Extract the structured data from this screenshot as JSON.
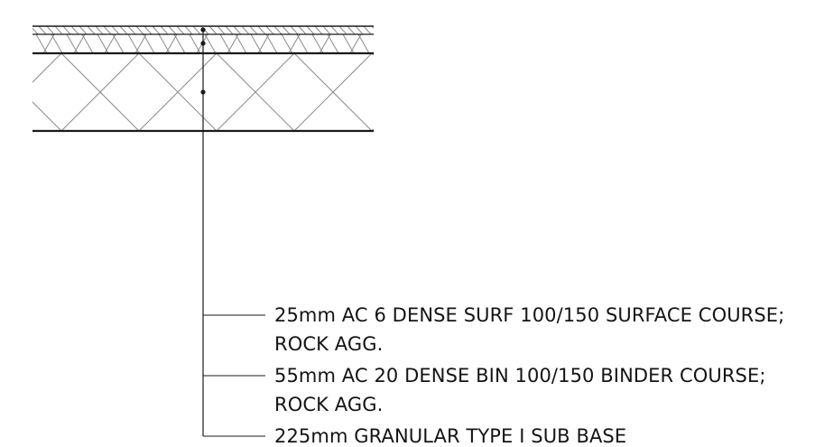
{
  "layers": [
    {
      "id": "surface",
      "lines": [
        "25mm AC 6 DENSE SURF 100/150 SURFACE COURSE;",
        "ROCK AGG."
      ]
    },
    {
      "id": "binder",
      "lines": [
        "55mm AC 20 DENSE BIN 100/150 BINDER COURSE;",
        "ROCK AGG."
      ]
    },
    {
      "id": "subbase",
      "lines": [
        "225mm GRANULAR TYPE I SUB BASE"
      ]
    }
  ],
  "colors": {
    "line": "#1a1a1a",
    "hatch": "#8a8a8a",
    "background": "#ffffff"
  }
}
